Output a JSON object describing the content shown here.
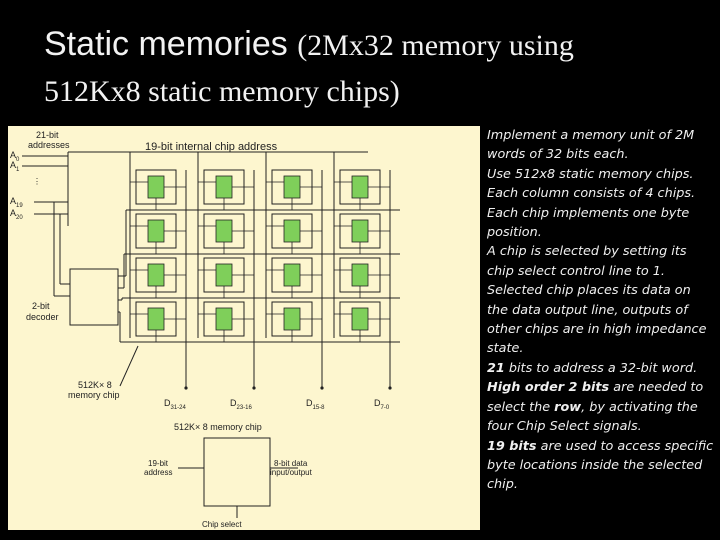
{
  "slide": {
    "title_part1": "Static memories",
    "title_part2": "(2Mx32 memory using",
    "title_line2": "512Kx8 static memory chips)"
  },
  "figure": {
    "addr_label_1": "21-bit",
    "addr_label_2": "addresses",
    "a0": "A",
    "a0_sub": "0",
    "a1": "A",
    "a1_sub": "1",
    "a19": "A",
    "a19_sub": "19",
    "a20": "A",
    "a20_sub": "20",
    "internal_addr": "19-bit internal chip address",
    "decoder_1": "2-bit",
    "decoder_2": "decoder",
    "chip_label_1": "512K× 8",
    "chip_label_2": "memory chip",
    "outputs": [
      {
        "d": "D",
        "sub": "31-24"
      },
      {
        "d": "D",
        "sub": "23-16"
      },
      {
        "d": "D",
        "sub": "15-8"
      },
      {
        "d": "D",
        "sub": "7-0"
      }
    ],
    "detail_title": "512K× 8 memory chip",
    "detail_addr_1": "19-bit",
    "detail_addr_2": "address",
    "detail_data_1": "8-bit data",
    "detail_data_2": "input/output",
    "detail_cs": "Chip select"
  },
  "notes": {
    "p1": "Implement a memory unit of 2M words of 32 bits each.",
    "p2": "Use 512x8 static memory chips.",
    "p3": "Each column consists of 4 chips.",
    "p4": "Each chip implements one byte position.",
    "p5": "A chip is selected by setting its chip select control line to 1.",
    "p6": "Selected chip places its data on the data output line, outputs of other chips are in high impedance state.",
    "p7_bold": "21",
    "p7_rest": " bits to address a 32-bit word.",
    "p8_bold": "High order 2 bits",
    "p8_mid": " are needed to select the ",
    "p8_row": "row",
    "p8_rest": ", by activating the four Chip Select signals.",
    "p9_bold": "19 bits",
    "p9_rest": " are used to access specific byte locations inside the selected chip."
  },
  "colors": {
    "background": "#000000",
    "figure_bg": "#fdf6cf",
    "chip_fill": "#7fcf5a",
    "text": "#f0f0f0"
  }
}
